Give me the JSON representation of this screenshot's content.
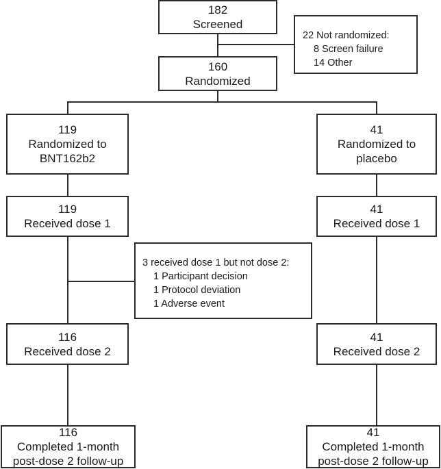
{
  "screened": {
    "count": "182",
    "label": "Screened"
  },
  "not_randomized": {
    "title": "22 Not randomized:",
    "items": [
      "8 Screen failure",
      "14 Other"
    ]
  },
  "randomized": {
    "count": "160",
    "label": "Randomized"
  },
  "arms": {
    "vaccine": {
      "randomized": {
        "count": "119",
        "line1": "Randomized to",
        "line2": "BNT162b2"
      },
      "dose1": {
        "count": "119",
        "label": "Received dose 1"
      },
      "dose2": {
        "count": "116",
        "label": "Received dose 2"
      },
      "followup": {
        "count": "116",
        "line1": "Completed 1-month",
        "line2": "post-dose 2 follow-up"
      }
    },
    "placebo": {
      "randomized": {
        "count": "41",
        "line1": "Randomized to",
        "line2": "placebo"
      },
      "dose1": {
        "count": "41",
        "label": "Received dose 1"
      },
      "dose2": {
        "count": "41",
        "label": "Received dose 2"
      },
      "followup": {
        "count": "41",
        "line1": "Completed 1-month",
        "line2": "post-dose 2 follow-up"
      }
    }
  },
  "not_dose2": {
    "title": "3 received dose 1 but not dose 2:",
    "items": [
      "1 Participant decision",
      "1 Protocol deviation",
      "1 Adverse event"
    ]
  }
}
